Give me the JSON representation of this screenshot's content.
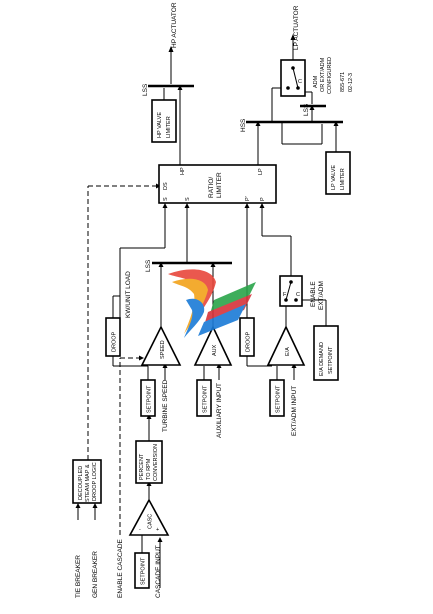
{
  "diagram": {
    "inputs": {
      "tie_breaker": "TIE BREAKER",
      "gen_breaker": "GEN BREAKER",
      "enable_cascade": "ENABLE CASCADE",
      "cascade_input": "CASCADE INPUT",
      "turbine_speed": "TURBINE SPEED",
      "auxiliary_input": "AUXILIARY INPUT",
      "ext_adm_input": "EXT/ADM INPUT"
    },
    "blocks": {
      "decoupled": [
        "DECOUPLED",
        "STEAM MAP &",
        "DROOP LOGIC"
      ],
      "setpoint": "SETPOINT",
      "casc": "CASC",
      "percent_convert": [
        "PERCENT",
        "TO RPM",
        "CONVERSION"
      ],
      "speed": "SPEED",
      "aux": "AUX",
      "ea": "E/A",
      "droop": "DROOP",
      "ea_demand": [
        "E/A DEMAND",
        "SETPOINT"
      ],
      "ratio_limiter": [
        "RATIO/",
        "LIMITER"
      ],
      "hp_valve_limiter": [
        "HP VALVE",
        "LIMITER"
      ],
      "lp_valve_limiter": [
        "LP VALVE",
        "LIMITER"
      ]
    },
    "labels": {
      "kw_unit_load": "KW/UNIT LOAD",
      "lss": "LSS",
      "hss": "HSS",
      "enable_ext_adm": [
        "ENABLE",
        "EXT/ADM"
      ],
      "hp_actuator": "HP ACTUATOR",
      "lp_actuator": "LP ACTUATOR",
      "adm_note": [
        "ADM",
        "OR EXT/ADM",
        "CONFIGURED"
      ],
      "port_s": "S",
      "port_ds": "DS",
      "port_hp": "HP",
      "port_lp": "LP",
      "port_p": "P",
      "port_p2": "P'",
      "minus": "-",
      "plus": "+",
      "switch_c": "C",
      "switch_f": "F",
      "figure_id": [
        "855-671",
        "02-12-3"
      ]
    }
  }
}
